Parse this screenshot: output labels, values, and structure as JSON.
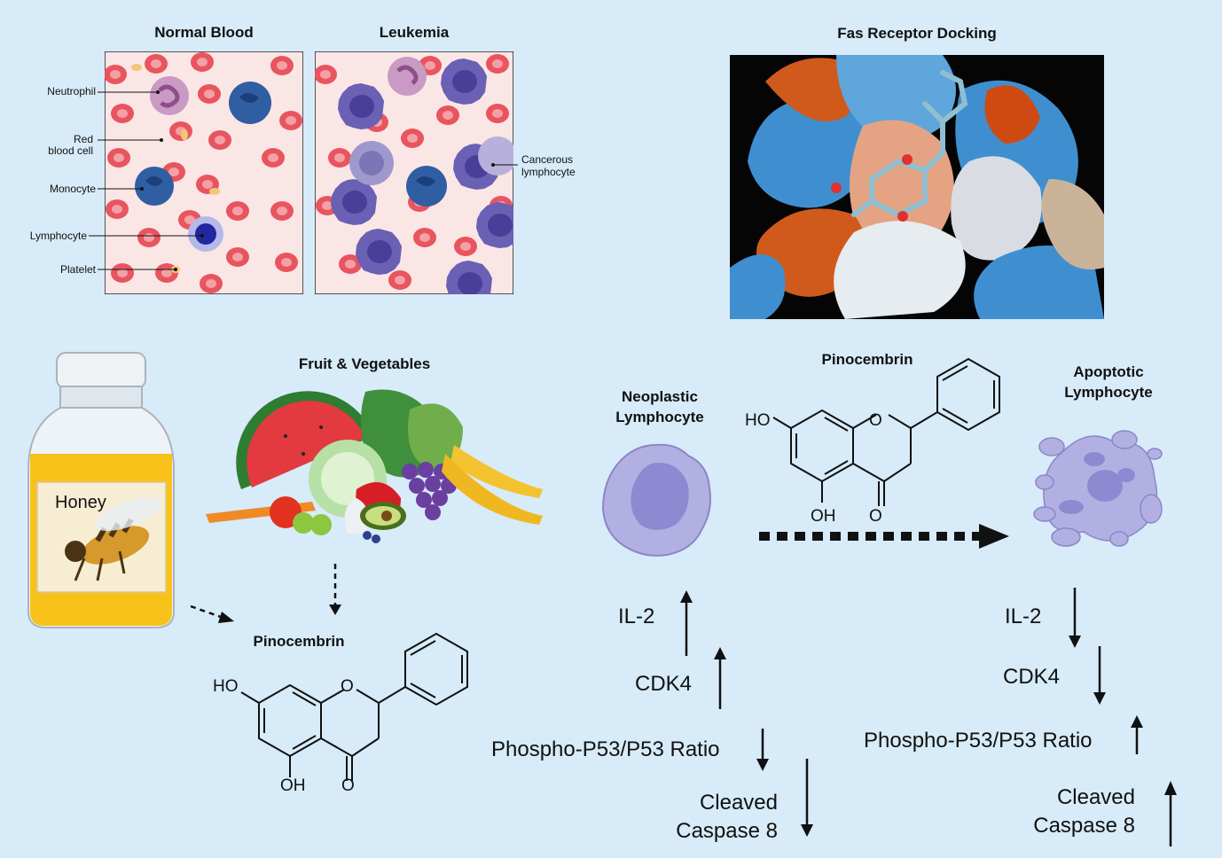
{
  "blood_panels": {
    "normal_title": "Normal Blood",
    "leukemia_title": "Leukemia",
    "labels": {
      "neutrophil": "Neutrophil",
      "rbc_line1": "Red",
      "rbc_line2": "blood cell",
      "monocyte": "Monocyte",
      "lymphocyte": "Lymphocyte",
      "platelet": "Platelet",
      "cancer_line1": "Cancerous",
      "cancer_line2": "lymphocyte"
    }
  },
  "docking": {
    "title": "Fas Receptor Docking"
  },
  "sources": {
    "honey_label": "Honey",
    "fruit_title": "Fruit & Vegetables",
    "pinocembrin_title": "Pinocembrin"
  },
  "chem": {
    "ho": "HO",
    "o_ring": "O",
    "oh": "OH",
    "o_keto": "O"
  },
  "mechanism": {
    "neoplastic_line1": "Neoplastic",
    "neoplastic_line2": "Lymphocyte",
    "pinocembrin_title": "Pinocembrin",
    "apoptotic_line1": "Apoptotic",
    "apoptotic_line2": "Lymphocyte"
  },
  "markers_left": {
    "il2": "IL-2",
    "cdk4": "CDK4",
    "p53": "Phospho-P53/P53 Ratio",
    "casp_line1": "Cleaved",
    "casp_line2": "Caspase 8"
  },
  "markers_right": {
    "il2": "IL-2",
    "cdk4": "CDK4",
    "p53": "Phospho-P53/P53 Ratio",
    "casp_line1": "Cleaved",
    "casp_line2": "Caspase 8"
  }
}
